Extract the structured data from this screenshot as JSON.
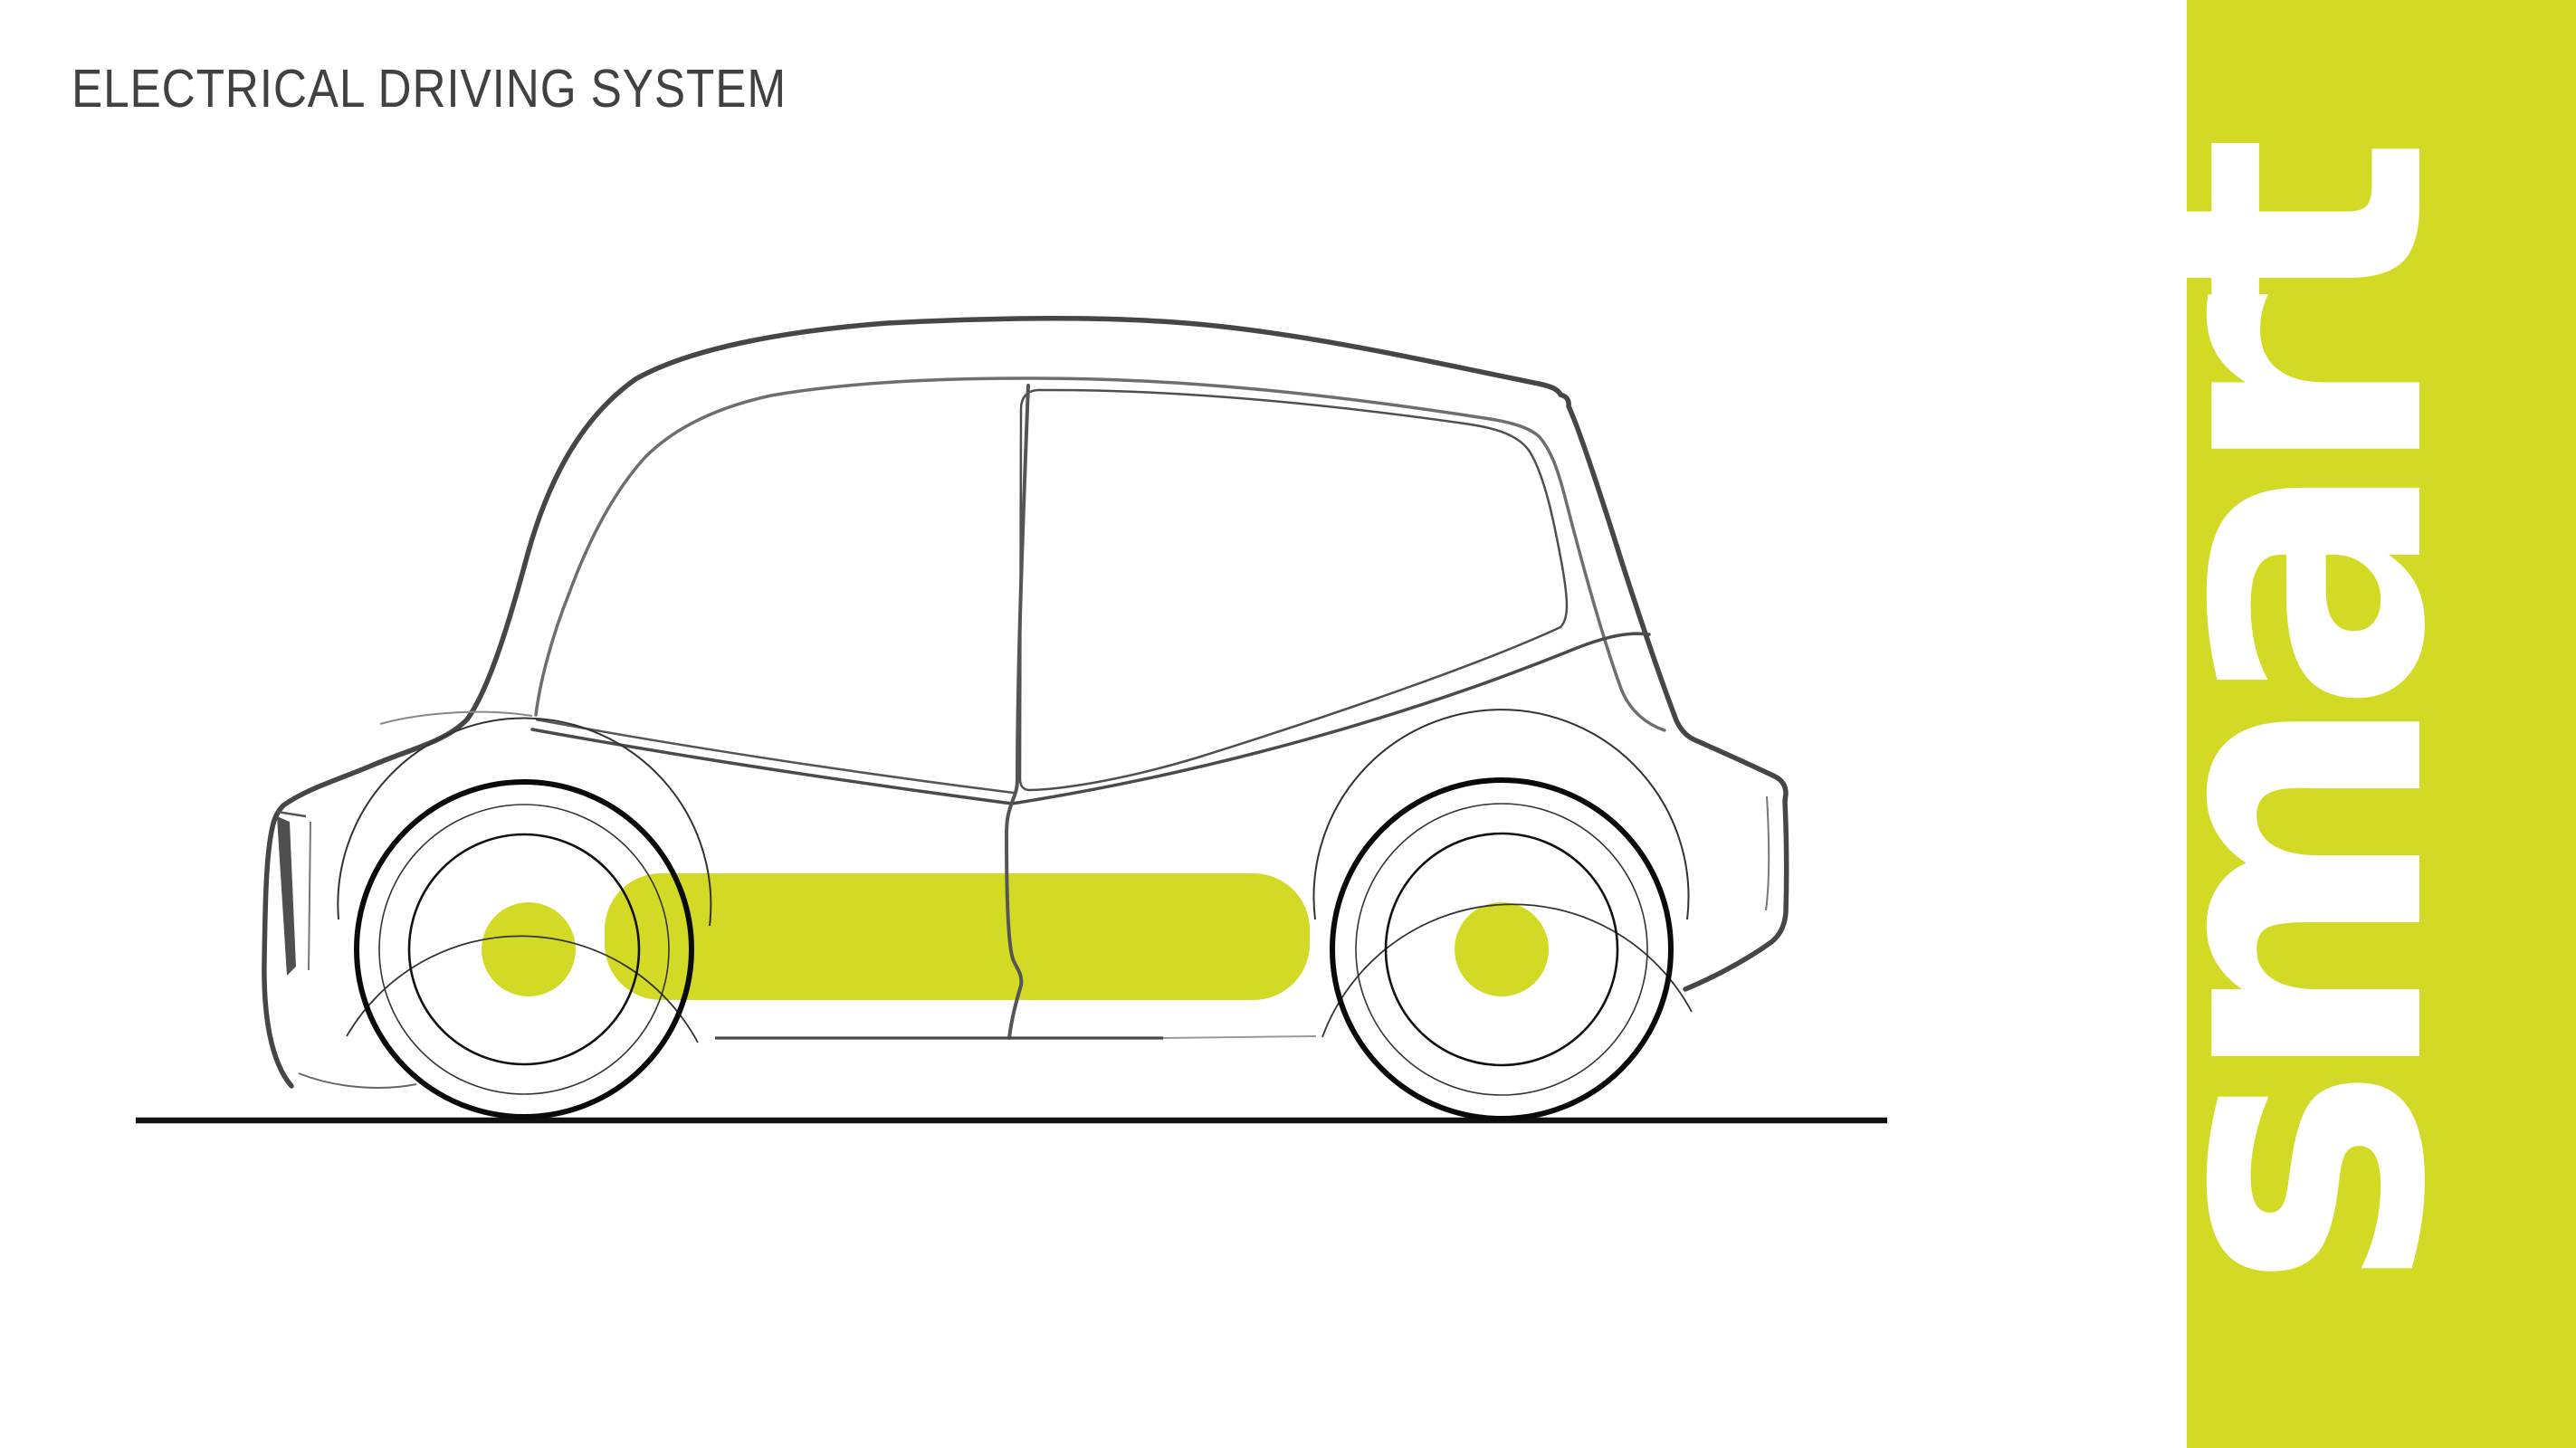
{
  "title": "ELECTRICAL DRIVING SYSTEM",
  "brand": {
    "logo_text": "smart"
  },
  "colors": {
    "highlight_green": "#d3da25",
    "title_gray": "#414141",
    "outline_dark": "#464646",
    "line_black": "#111111",
    "background": "#ffffff"
  },
  "diagram": {
    "type": "car-side-view-sketch",
    "highlighted_components": [
      "front-wheel-hub-motor",
      "rear-wheel-hub-motor",
      "underfloor-battery-pack"
    ]
  }
}
